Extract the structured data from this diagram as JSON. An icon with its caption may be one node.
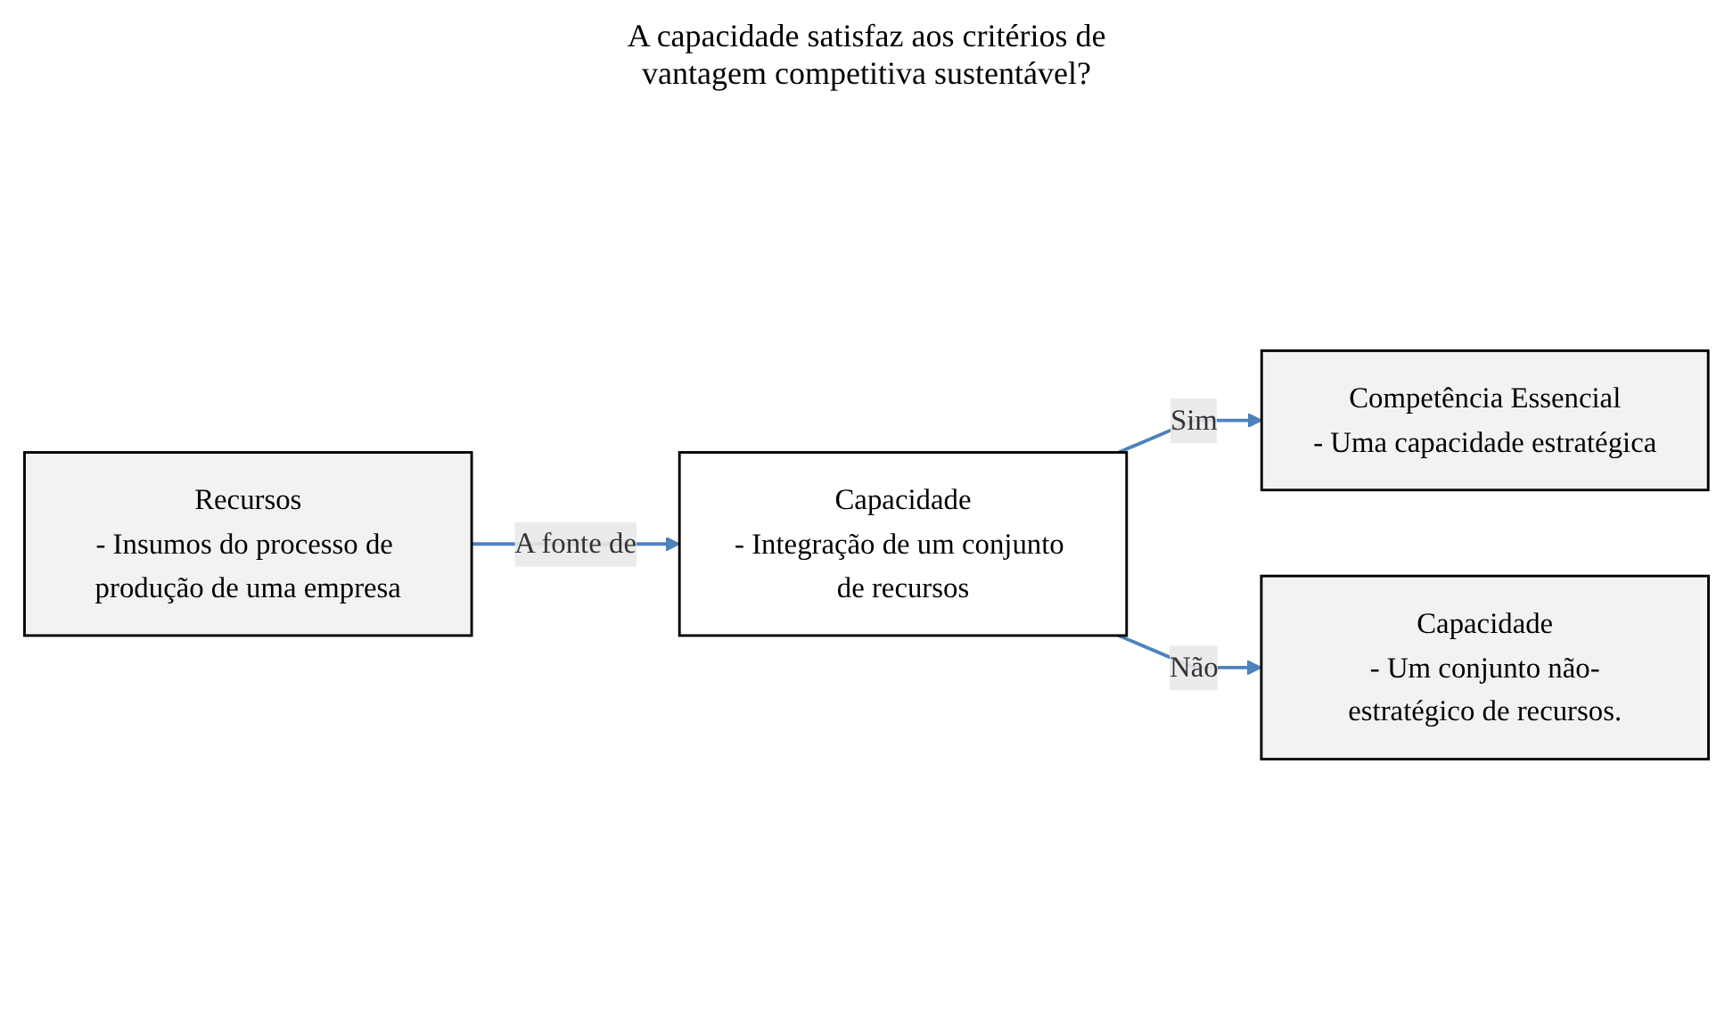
{
  "diagram": {
    "nodes": [
      {
        "text": [
          "Recursos",
          "- Insumos do processo de produção de uma empresa"
        ]
      },
      {
        "text": [
          "Capacidade",
          "- Integração de um conjunto de recursos"
        ]
      },
      {
        "text": [
          "Competência Essencial",
          "- Uma capacidade estratégica"
        ]
      },
      {
        "text": [
          "Capacidade",
          "- Um conjunto não-estratégico de recursos."
        ]
      }
    ],
    "edges": [
      {
        "from": 0,
        "to": 1,
        "arrow": "to",
        "label": "A fonte de"
      },
      {
        "from": 1,
        "to": 2,
        "arrow": "to",
        "label": "Sim"
      },
      {
        "from": 1,
        "to": 3,
        "arrow": "to",
        "label": "Não"
      }
    ],
    "labels": [
      "A capacidade satisfaz aos critérios de vantagem competitiva sustentável?"
    ]
  }
}
